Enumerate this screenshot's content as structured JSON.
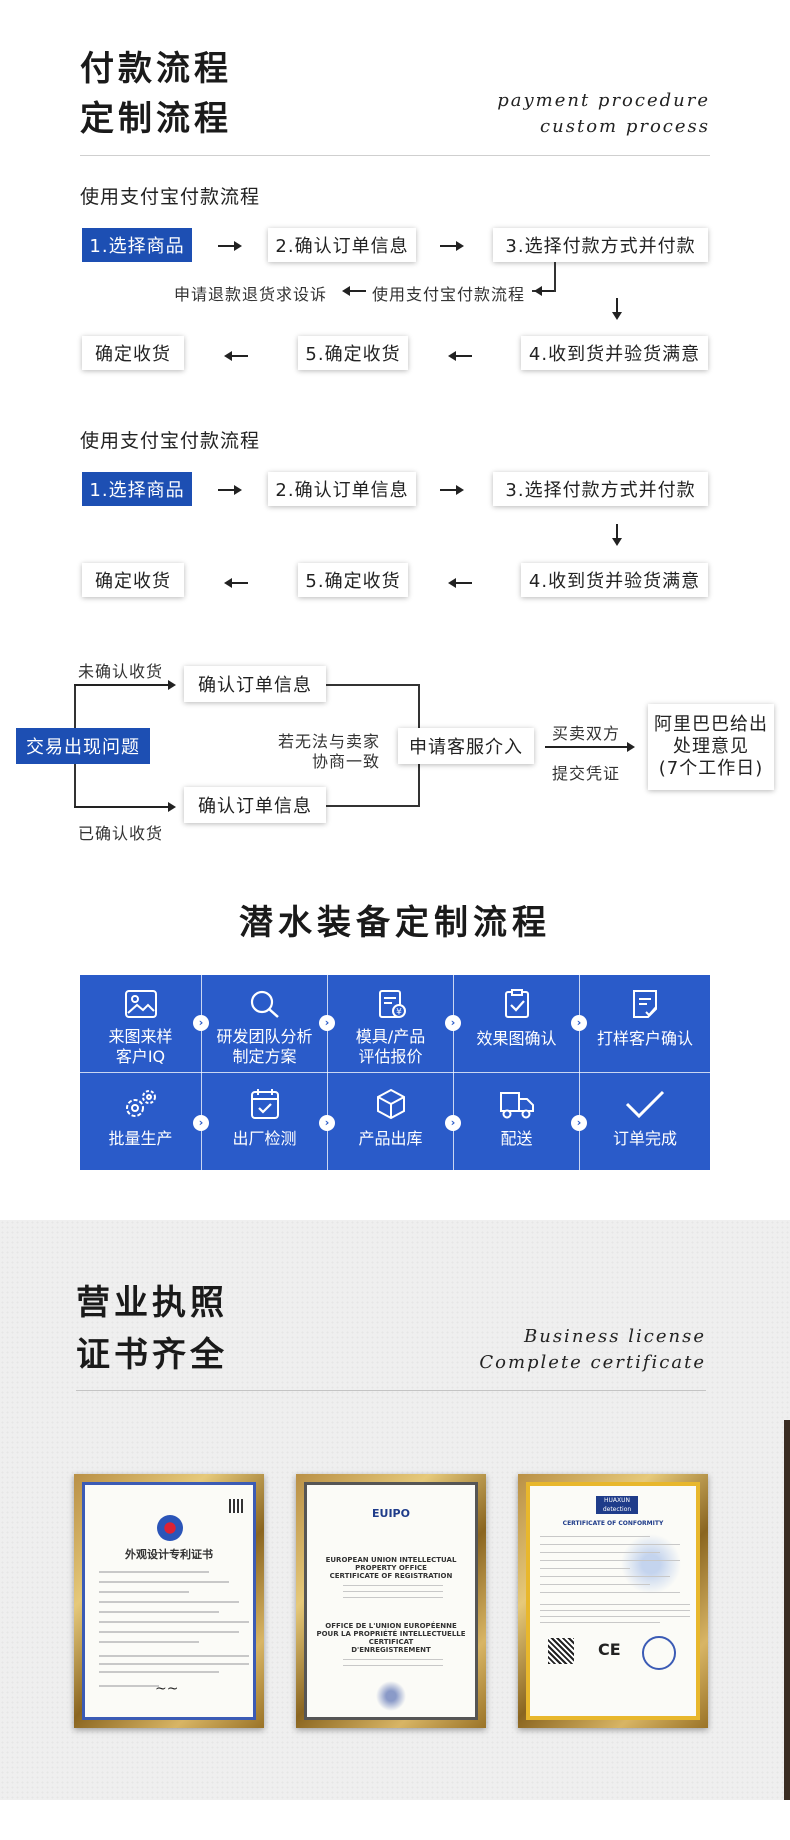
{
  "section1": {
    "title_line1": "付款流程",
    "title_line2": "定制流程",
    "en_line1": "payment procedure",
    "en_line2": "custom process"
  },
  "flow_a": {
    "subtitle": "使用支付宝付款流程",
    "step1": "1.选择商品",
    "step2": "2.确认订单信息",
    "step3": "3.选择付款方式并付款",
    "step4": "4.收到货并验货满意",
    "step5": "5.确定收货",
    "step6": "确定收货",
    "refund_note": "申请退款退货求设诉",
    "alipay_note": "使用支付宝付款流程"
  },
  "flow_b": {
    "subtitle": "使用支付宝付款流程",
    "step1": "1.选择商品",
    "step2": "2.确认订单信息",
    "step3": "3.选择付款方式并付款",
    "step4": "4.收到货并验货满意",
    "step5": "5.确定收货",
    "step6": "确定收货"
  },
  "dispute": {
    "issue": "交易出现问题",
    "unconfirmed_label": "未确认收货",
    "confirmed_label": "已确认收货",
    "confirm_top": "确认订单信息",
    "confirm_bottom": "确认订单信息",
    "negotiate_line1": "若无法与卖家",
    "negotiate_line2": "协商一致",
    "apply_service": "申请客服介入",
    "both_parties": "买卖双方",
    "submit_proof": "提交凭证",
    "alibaba_line1": "阿里巴巴给出",
    "alibaba_line2": "处理意见",
    "alibaba_line3": "(7个工作日)"
  },
  "custom_flow": {
    "title": "潜水装备定制流程",
    "accent_color": "#2a5bc9",
    "steps": [
      {
        "line1": "来图来样",
        "line2": "客户IQ",
        "icon": "image-icon"
      },
      {
        "line1": "研发团队分析",
        "line2": "制定方案",
        "icon": "search-icon"
      },
      {
        "line1": "模具/产品",
        "line2": "评估报价",
        "icon": "quote-icon"
      },
      {
        "line1": "效果图确认",
        "line2": "",
        "icon": "clipboard-check-icon"
      },
      {
        "line1": "打样客户确认",
        "line2": "",
        "icon": "document-check-icon"
      },
      {
        "line1": "批量生产",
        "line2": "",
        "icon": "gears-icon"
      },
      {
        "line1": "出厂检测",
        "line2": "",
        "icon": "calendar-check-icon"
      },
      {
        "line1": "产品出库",
        "line2": "",
        "icon": "box-icon"
      },
      {
        "line1": "配送",
        "line2": "",
        "icon": "truck-icon"
      },
      {
        "line1": "订单完成",
        "line2": "",
        "icon": "checkmark-icon"
      }
    ]
  },
  "certs": {
    "title_line1": "营业执照",
    "title_line2": "证书齐全",
    "en_line1": "Business license",
    "en_line2": "Complete certificate",
    "cert1_title": "外观设计专利证书",
    "cert2_logo": "EUIPO",
    "cert2_line1": "EUROPEAN UNION INTELLECTUAL",
    "cert2_line2": "PROPERTY OFFICE",
    "cert2_line3": "CERTIFICATE OF REGISTRATION",
    "cert2_line4": "OFFICE DE L'UNION EUROPÉENNE",
    "cert2_line5": "POUR LA PROPRIÉTÉ INTELLECTUELLE",
    "cert2_line6": "CERTIFICAT",
    "cert2_line7": "D'ENREGISTREMENT",
    "cert3_logo1": "HUAXUN",
    "cert3_logo2": "detection",
    "cert3_title": "CERTIFICATE OF CONFORMITY",
    "cert3_mark": "CE"
  }
}
